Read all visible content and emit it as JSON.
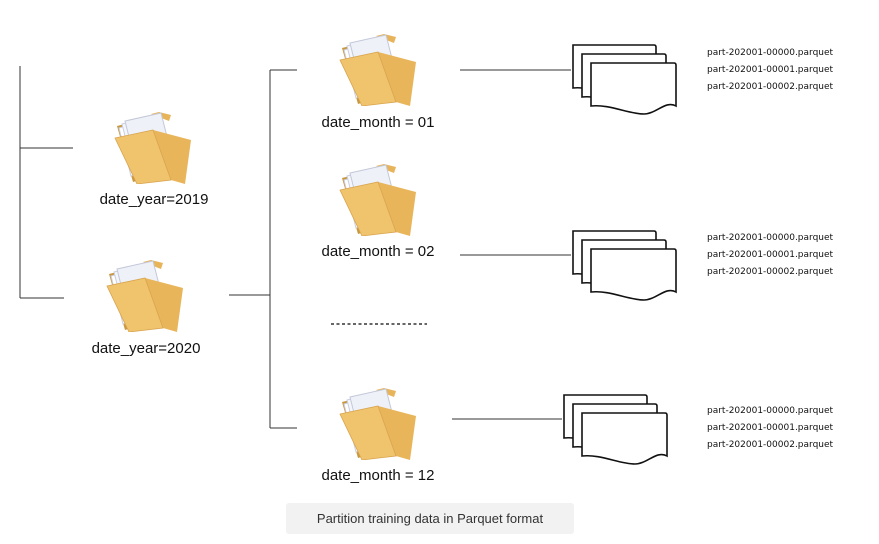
{
  "years": [
    {
      "label": "date_year=2019"
    },
    {
      "label": "date_year=2020"
    }
  ],
  "months": [
    {
      "label": "date_month = 01",
      "files": [
        "part-202001-00000.parquet",
        "part-202001-00001.parquet",
        "part-202001-00002.parquet"
      ]
    },
    {
      "label": "date_month = 02",
      "files": [
        "part-202001-00000.parquet",
        "part-202001-00001.parquet",
        "part-202001-00002.parquet"
      ]
    },
    {
      "label": "date_month = 12",
      "files": [
        "part-202001-00000.parquet",
        "part-202001-00001.parquet",
        "part-202001-00002.parquet"
      ]
    }
  ],
  "caption": "Partition training data in Parquet format",
  "colors": {
    "folder_body": "#f0c36d",
    "folder_dark": "#c8973f",
    "paper": "#f4f6fb",
    "line": "#333333"
  }
}
